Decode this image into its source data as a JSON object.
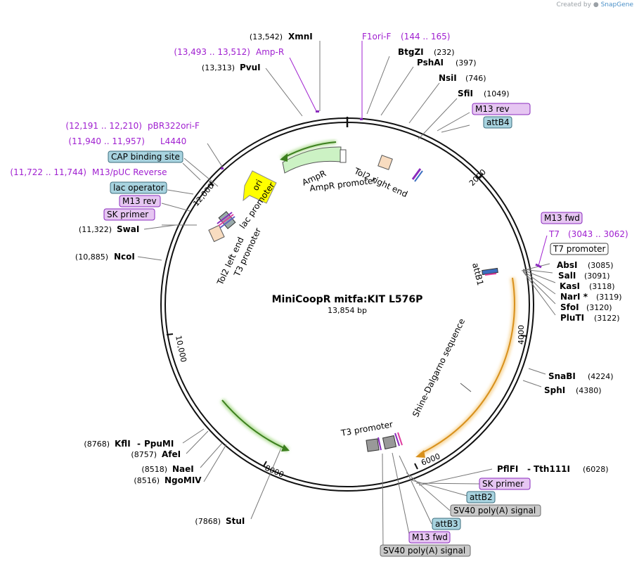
{
  "credit": {
    "prefix": "Created by",
    "brand": "SnapGene"
  },
  "plasmid": {
    "name": "MiniCoopR mitfa:KIT L576P",
    "size": "13,854 bp"
  },
  "ticks": [
    "2000",
    "4000",
    "6000",
    "8000",
    "10,000",
    "12,000"
  ],
  "sites": [
    {
      "name": "XmnI",
      "pos": "(13,542)"
    },
    {
      "name": "PvuI",
      "pos": "(13,313)"
    },
    {
      "name": "BtgZI",
      "pos": "(232)"
    },
    {
      "name": "PshAI",
      "pos": "(397)"
    },
    {
      "name": "NsiI",
      "pos": "(746)"
    },
    {
      "name": "SfiI",
      "pos": "(1049)"
    },
    {
      "name": "AbsI",
      "pos": "(3085)"
    },
    {
      "name": "SalI",
      "pos": "(3091)"
    },
    {
      "name": "KasI",
      "pos": "(3118)"
    },
    {
      "name": "NarI *",
      "pos": "(3119)"
    },
    {
      "name": "SfoI",
      "pos": "(3120)"
    },
    {
      "name": "PluTI",
      "pos": "(3122)"
    },
    {
      "name": "SnaBI",
      "pos": "(4224)"
    },
    {
      "name": "SphI",
      "pos": "(4380)"
    },
    {
      "name": "PflFI",
      "pos": "(6028)",
      "name2": "Tth111I"
    },
    {
      "name": "StuI",
      "pos": "(7868)"
    },
    {
      "name": "NgoMIV",
      "pos": "(8516)"
    },
    {
      "name": "NaeI",
      "pos": "(8518)"
    },
    {
      "name": "AfeI",
      "pos": "(8757)"
    },
    {
      "name": "KflI",
      "pos": "(8768)",
      "name2": "PpuMI"
    },
    {
      "name": "NcoI",
      "pos": "(10,885)"
    },
    {
      "name": "SwaI",
      "pos": "(11,322)"
    }
  ],
  "primers": [
    {
      "name": "F1ori-F",
      "range": "(144 .. 165)"
    },
    {
      "name": "Amp-R",
      "range": "(13,493 .. 13,512)"
    },
    {
      "name": "pBR322ori-F",
      "range": "(12,191 .. 12,210)"
    },
    {
      "name": "L4440",
      "range": "(11,940 .. 11,957)"
    },
    {
      "name": "M13/pUC Reverse",
      "range": "(11,722 .. 11,744)"
    },
    {
      "name": "T7",
      "range": "(3043 .. 3062)"
    }
  ],
  "boxes": [
    {
      "text": "M13 rev",
      "kind": "primer"
    },
    {
      "text": "attB4",
      "kind": "site"
    },
    {
      "text": "CAP binding site",
      "kind": "site"
    },
    {
      "text": "lac operator",
      "kind": "site"
    },
    {
      "text": "M13 rev",
      "kind": "primer"
    },
    {
      "text": "SK primer",
      "kind": "primer"
    },
    {
      "text": "M13 fwd",
      "kind": "primer"
    },
    {
      "text": "T7 promoter",
      "kind": "promoter"
    },
    {
      "text": "SK primer",
      "kind": "primer"
    },
    {
      "text": "attB2",
      "kind": "site"
    },
    {
      "text": "SV40 poly(A) signal",
      "kind": "polya"
    },
    {
      "text": "attB3",
      "kind": "site"
    },
    {
      "text": "M13 fwd",
      "kind": "primer"
    },
    {
      "text": "SV40 poly(A) signal",
      "kind": "polya"
    }
  ],
  "features": {
    "ampr": "AmpR",
    "ampr_promoter": "AmpR promoter",
    "ori": "ori",
    "lac_promoter": "lac promoter",
    "tol2_left": "Tol2 left end",
    "t3_promoter_left": "T3 promoter",
    "tol2_right": "Tol2 right end",
    "attb1": "attB1",
    "shine": "Shine-Dalgarno sequence",
    "t3_promoter_bottom": "T3 promoter"
  },
  "colors": {
    "primer_fill": "#e6c6f2",
    "primer_stroke": "#8a2bbd",
    "site_fill": "#a8d3df",
    "site_stroke": "#3c6e7e",
    "polya_fill": "#c9c9c9",
    "polya_stroke": "#6b6b6b",
    "promoter_fill": "#ffffff",
    "promoter_stroke": "#444444",
    "ampr": "#ccf2c4",
    "ori": "#ffff00",
    "arrow_green": "#3c7f1e",
    "arrow_orange": "#d8901c"
  }
}
